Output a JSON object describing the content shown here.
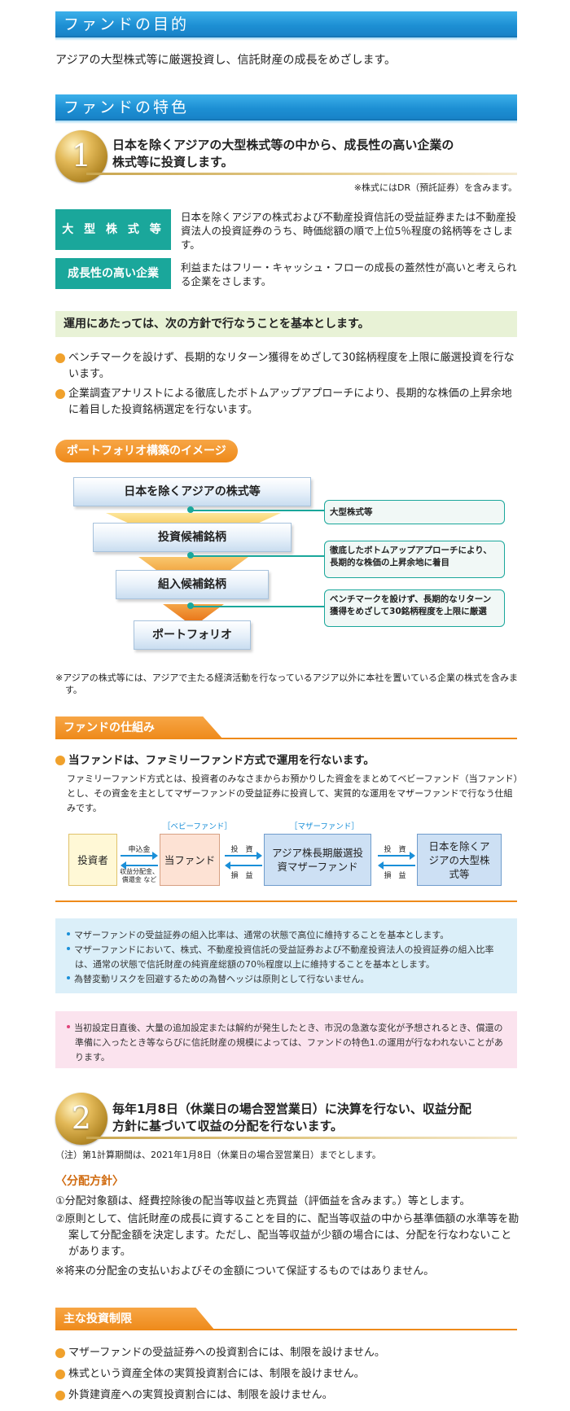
{
  "purpose": {
    "heading": "ファンドの目的",
    "text": "アジアの大型株式等に厳選投資し、信託財産の成長をめざします。"
  },
  "features": {
    "heading": "ファンドの特色",
    "f1": {
      "number": "1",
      "title_line1": "日本を除くアジアの大型株式等の中から、成長性の高い企業の",
      "title_line2": "株式等に投資します。",
      "note": "※株式にはDR（預託証券）を含みます。",
      "def1_label": "大 型 株 式 等",
      "def1_text": "日本を除くアジアの株式および不動産投資信託の受益証券または不動産投資法人の投資証券のうち、時価総額の順で上位5％程度の銘柄等をさします。",
      "def2_label": "成長性の高い企業",
      "def2_text": "利益またはフリー・キャッシュ・フローの成長の蓋然性が高いと考えられる企業をさします。",
      "policy_heading": "運用にあたっては、次の方針で行なうことを基本とします。",
      "bullet1": "ベンチマークを設けず、長期的なリターン獲得をめざして30銘柄程度を上限に厳選投資を行ないます。",
      "bullet2": "企業調査アナリストによる徹底したボトムアップアプローチにより、長期的な株価の上昇余地に着目した投資銘柄選定を行ないます。"
    },
    "portfolio": {
      "tab": "ポートフォリオ構築のイメージ",
      "level1": "日本を除くアジアの株式等",
      "level2": "投資候補銘柄",
      "level3": "組入候補銘柄",
      "level4": "ポートフォリオ",
      "callout1": "大型株式等",
      "callout2": "徹底したボトムアップアプローチにより、長期的な株価の上昇余地に着目",
      "callout3": "ベンチマークを設けず、長期的なリターン獲得をめざして30銘柄程度を上限に厳選",
      "note": "※アジアの株式等には、アジアで主たる経済活動を行なっているアジア以外に本社を置いている企業の株式を含みます。"
    },
    "structure": {
      "tab": "ファンドの仕組み",
      "lead": "当ファンドは、ファミリーファンド方式で運用を行ないます。",
      "desc": "ファミリーファンド方式とは、投資者のみなさまからお預かりした資金をまとめてベビーファンド（当ファンド）とし、その資金を主としてマザーファンドの受益証券に投資して、実質的な運用をマザーファンドで行なう仕組みです。",
      "investor": "投資者",
      "baby_label": "［ベビーファンド］",
      "baby": "当ファンド",
      "mother_label": "［マザーファンド］",
      "mother": "アジア株長期厳選投資マザーファンド",
      "target": "日本を除くアジアの大型株式等",
      "a1_top": "申込金",
      "a1_bottom": "収益分配金、償還金 など",
      "a2_top": "投　資",
      "a2_bottom": "損　益",
      "a3_top": "投　資",
      "a3_bottom": "損　益"
    },
    "blue_notes": [
      "マザーファンドの受益証券の組入比率は、通常の状態で高位に維持することを基本とします。",
      "マザーファンドにおいて、株式、不動産投資信託の受益証券および不動産投資法人の投資証券の組入比率は、通常の状態で信託財産の純資産総額の70％程度以上に維持することを基本とします。",
      "為替変動リスクを回避するための為替ヘッジは原則として行ないません。"
    ],
    "pink_note": "当初設定日直後、大量の追加設定または解約が発生したとき、市況の急激な変化が予想されるとき、償還の準備に入ったとき等ならびに信託財産の規模によっては、ファンドの特色1.の運用が行なわれないことがあります。",
    "f2": {
      "number": "2",
      "title_line1": "毎年1月8日（休業日の場合翌営業日）に決算を行ない、収益分配",
      "title_line2": "方針に基づいて収益の分配を行ないます。",
      "note": "（注）第1計算期間は、2021年1月8日（休業日の場合翌営業日）までとします。",
      "policy_heading": "〈分配方針〉",
      "p1": "①分配対象額は、経費控除後の配当等収益と売買益（評価益を含みます。）等とします。",
      "p2": "②原則として、信託財産の成長に資することを目的に、配当等収益の中から基準価額の水準等を勘案して分配金額を決定します。ただし、配当等収益が少額の場合には、分配を行なわないことがあります。",
      "p3": "※将来の分配金の支払いおよびその金額について保証するものではありません。"
    },
    "limits": {
      "tab": "主な投資制限",
      "l1": "マザーファンドの受益証券への投資割合には、制限を設けません。",
      "l2": "株式という資産全体の実質投資割合には、制限を設けません。",
      "l3": "外貨建資産への実質投資割合には、制限を設けません。"
    }
  },
  "colors": {
    "section_blue": "#1d8fd3",
    "teal": "#1aa79b",
    "orange": "#ee8a1a",
    "gold": "#c9a64f",
    "bullet_orange": "#f0a12c"
  }
}
